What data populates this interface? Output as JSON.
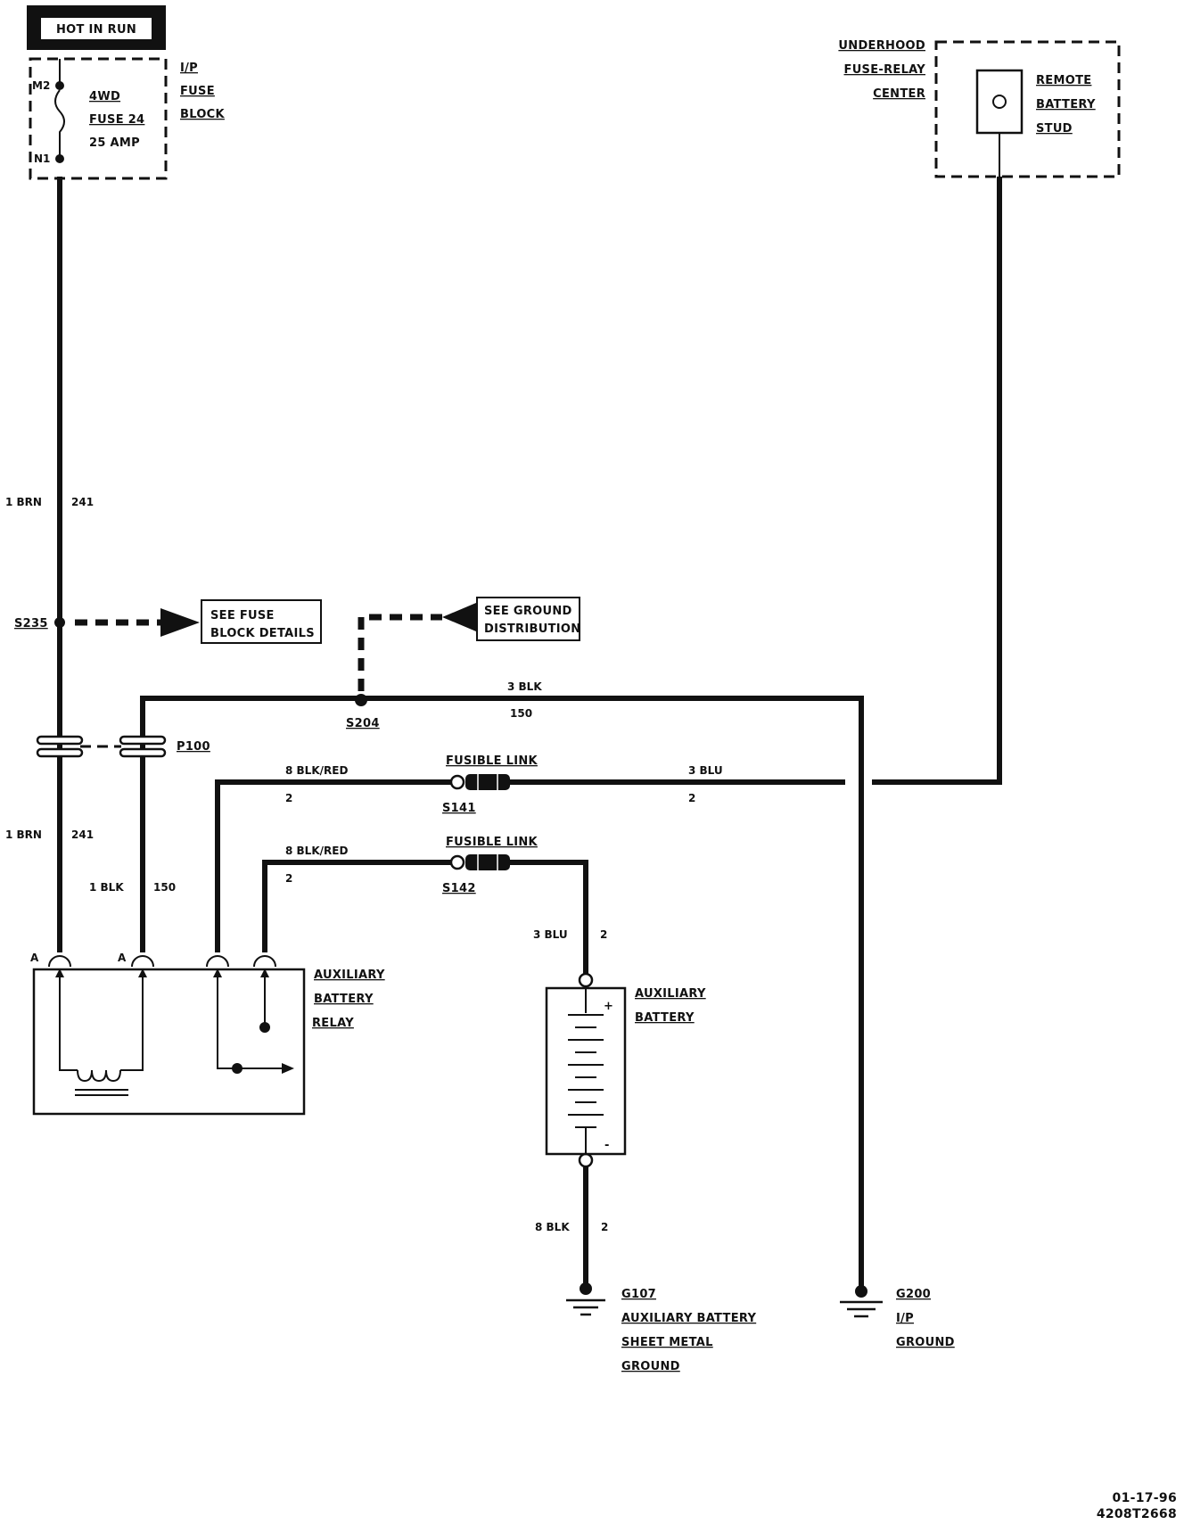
{
  "power_source": {
    "hot_label": "HOT IN RUN",
    "block_label_lines": [
      "I/P",
      "FUSE",
      "BLOCK"
    ],
    "fuse_lines": [
      "4WD",
      "FUSE 24",
      "25 AMP"
    ],
    "terminal_top": "M2",
    "terminal_bottom": "N1"
  },
  "underhood": {
    "block_label_lines": [
      "UNDERHOOD",
      "FUSE-RELAY",
      "CENTER"
    ],
    "stud_label_lines": [
      "REMOTE",
      "BATTERY",
      "STUD"
    ]
  },
  "wires": {
    "brn_top": {
      "gauge_color": "1 BRN",
      "circuit": "241"
    },
    "brn_bottom": {
      "gauge_color": "1 BRN",
      "circuit": "241"
    },
    "blk_150_lower": {
      "gauge_color": "1 BLK",
      "circuit": "150"
    },
    "blk_150_top": {
      "gauge_color": "3 BLK",
      "circuit": "150"
    },
    "blkred_upper": {
      "gauge_color": "8 BLK/RED",
      "circuit": "2"
    },
    "blkred_lower": {
      "gauge_color": "8 BLK/RED",
      "circuit": "2"
    },
    "blu_upper": {
      "gauge_color": "3 BLU",
      "circuit": "2"
    },
    "blu_lower": {
      "gauge_color": "3 BLU",
      "circuit": "2"
    },
    "blk_ground": {
      "gauge_color": "8 BLK",
      "circuit": "2"
    }
  },
  "splices": {
    "s235": "S235",
    "s204": "S204",
    "s141": "S141",
    "s142": "S142",
    "p100": "P100"
  },
  "fusible_link_label": "FUSIBLE LINK",
  "references": {
    "fuse_block_lines": [
      "SEE FUSE",
      "BLOCK DETAILS"
    ],
    "ground_dist_lines": [
      "SEE GROUND",
      "DISTRIBUTION"
    ]
  },
  "relay": {
    "label_lines": [
      "AUXILIARY",
      "BATTERY",
      "RELAY"
    ],
    "pin_a": "A"
  },
  "battery": {
    "label_lines": [
      "AUXILIARY",
      "BATTERY"
    ],
    "plus": "+",
    "minus": "-"
  },
  "grounds": {
    "g107_lines": [
      "G107",
      "AUXILIARY BATTERY",
      "SHEET METAL",
      "GROUND"
    ],
    "g200_lines": [
      "G200",
      "I/P",
      "GROUND"
    ]
  },
  "footer": {
    "date": "01-17-96",
    "code": "4208T2668"
  }
}
